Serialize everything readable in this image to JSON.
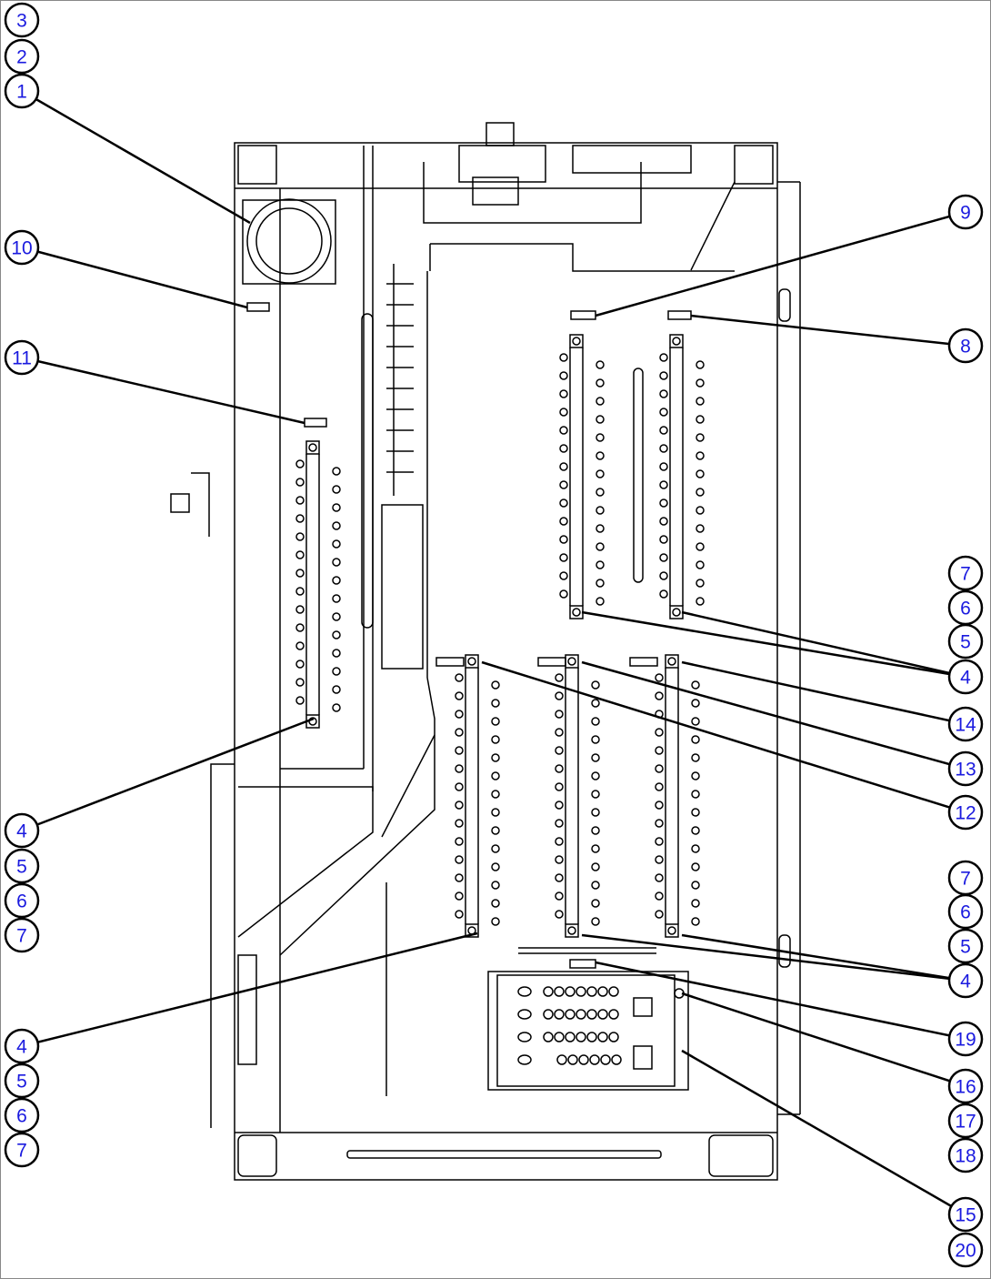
{
  "diagram": {
    "type": "parts-exploded-view",
    "callout_color": "#1a1adf",
    "line_color": "#000000",
    "callouts": [
      {
        "id": "c3a",
        "label": "3"
      },
      {
        "id": "c2a",
        "label": "2"
      },
      {
        "id": "c1a",
        "label": "1"
      },
      {
        "id": "c10",
        "label": "10"
      },
      {
        "id": "c11",
        "label": "11"
      },
      {
        "id": "c9",
        "label": "9"
      },
      {
        "id": "c8",
        "label": "8"
      },
      {
        "id": "c7r1",
        "label": "7"
      },
      {
        "id": "c6r1",
        "label": "6"
      },
      {
        "id": "c5r1",
        "label": "5"
      },
      {
        "id": "c4r1",
        "label": "4"
      },
      {
        "id": "c14",
        "label": "14"
      },
      {
        "id": "c13",
        "label": "13"
      },
      {
        "id": "c12",
        "label": "12"
      },
      {
        "id": "c4l1",
        "label": "4"
      },
      {
        "id": "c5l1",
        "label": "5"
      },
      {
        "id": "c6l1",
        "label": "6"
      },
      {
        "id": "c7l1",
        "label": "7"
      },
      {
        "id": "c7r2",
        "label": "7"
      },
      {
        "id": "c6r2",
        "label": "6"
      },
      {
        "id": "c5r2",
        "label": "5"
      },
      {
        "id": "c4r2",
        "label": "4"
      },
      {
        "id": "c4l2",
        "label": "4"
      },
      {
        "id": "c5l2",
        "label": "5"
      },
      {
        "id": "c6l2",
        "label": "6"
      },
      {
        "id": "c7l2",
        "label": "7"
      },
      {
        "id": "c19",
        "label": "19"
      },
      {
        "id": "c16",
        "label": "16"
      },
      {
        "id": "c17",
        "label": "17"
      },
      {
        "id": "c18",
        "label": "18"
      },
      {
        "id": "c15",
        "label": "15"
      },
      {
        "id": "c20",
        "label": "20"
      }
    ]
  }
}
